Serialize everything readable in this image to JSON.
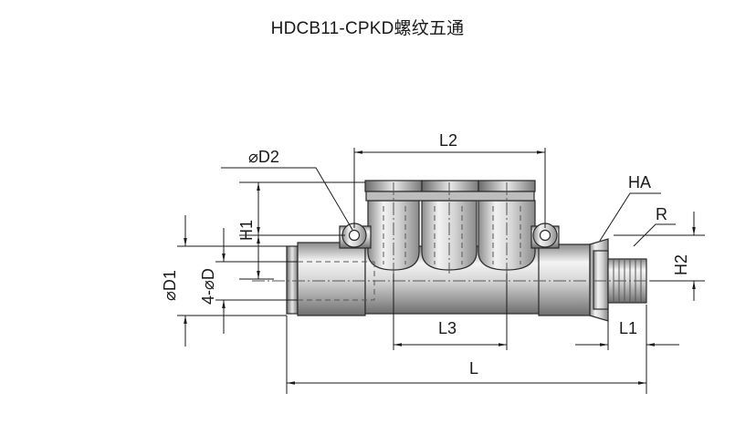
{
  "title": "HDCB11-CPKD螺纹五通",
  "labels": {
    "d2": "⌀D2",
    "l2": "L2",
    "h1": "H1",
    "ha": "HA",
    "r": "R",
    "h2": "H2",
    "d1": "⌀D1",
    "four_d": "4-⌀D",
    "l3": "L3",
    "l1": "L1",
    "l": "L"
  }
}
